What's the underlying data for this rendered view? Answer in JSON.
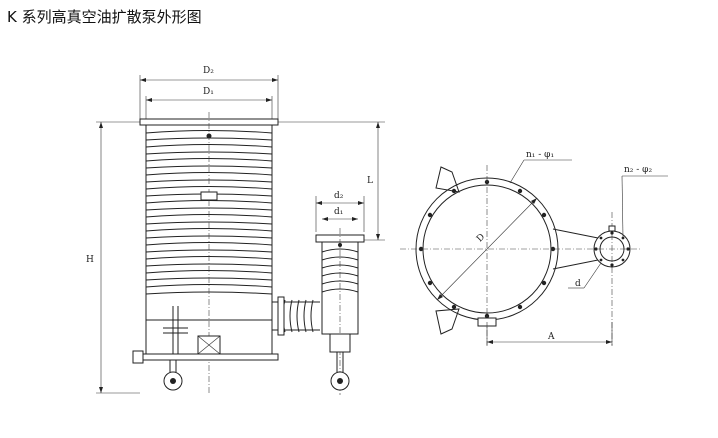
{
  "title": "K 系列高真空油扩散泵外形图",
  "labels": {
    "d2_outer": "D₂",
    "d1_outer": "D₁",
    "h_total": "H",
    "l_height": "L",
    "d2_small": "d₂",
    "d1_small": "d₁",
    "holes_main": "n₁ - φ₁",
    "holes_side": "n₂ - φ₂",
    "d_side": "d",
    "dim_a": "A",
    "dia_main": "D"
  }
}
